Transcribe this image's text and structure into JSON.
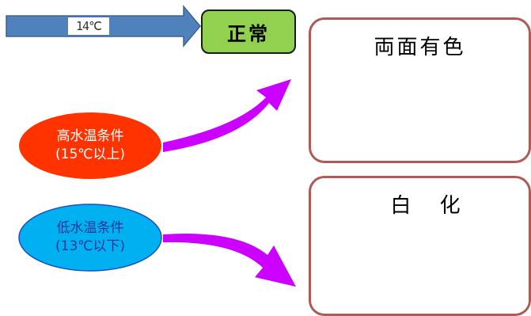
{
  "top_flow": {
    "temperature": "14℃",
    "result_button": "正常"
  },
  "panels": {
    "top_title": "両面有色",
    "bottom_title": "白 化"
  },
  "conditions": {
    "high": {
      "line1": "高水温条件",
      "line2": "(15℃以上)"
    },
    "low": {
      "line1": "低水温条件",
      "line2": "(13℃以下)"
    }
  },
  "colors": {
    "arrow_blue": "#4f81bd",
    "arrow_magenta": "#cc00ff",
    "high_ellipse": "#ff3300",
    "low_ellipse": "#00b0f0",
    "normal_green": "#92d050",
    "panel_border": "#b05a55"
  }
}
